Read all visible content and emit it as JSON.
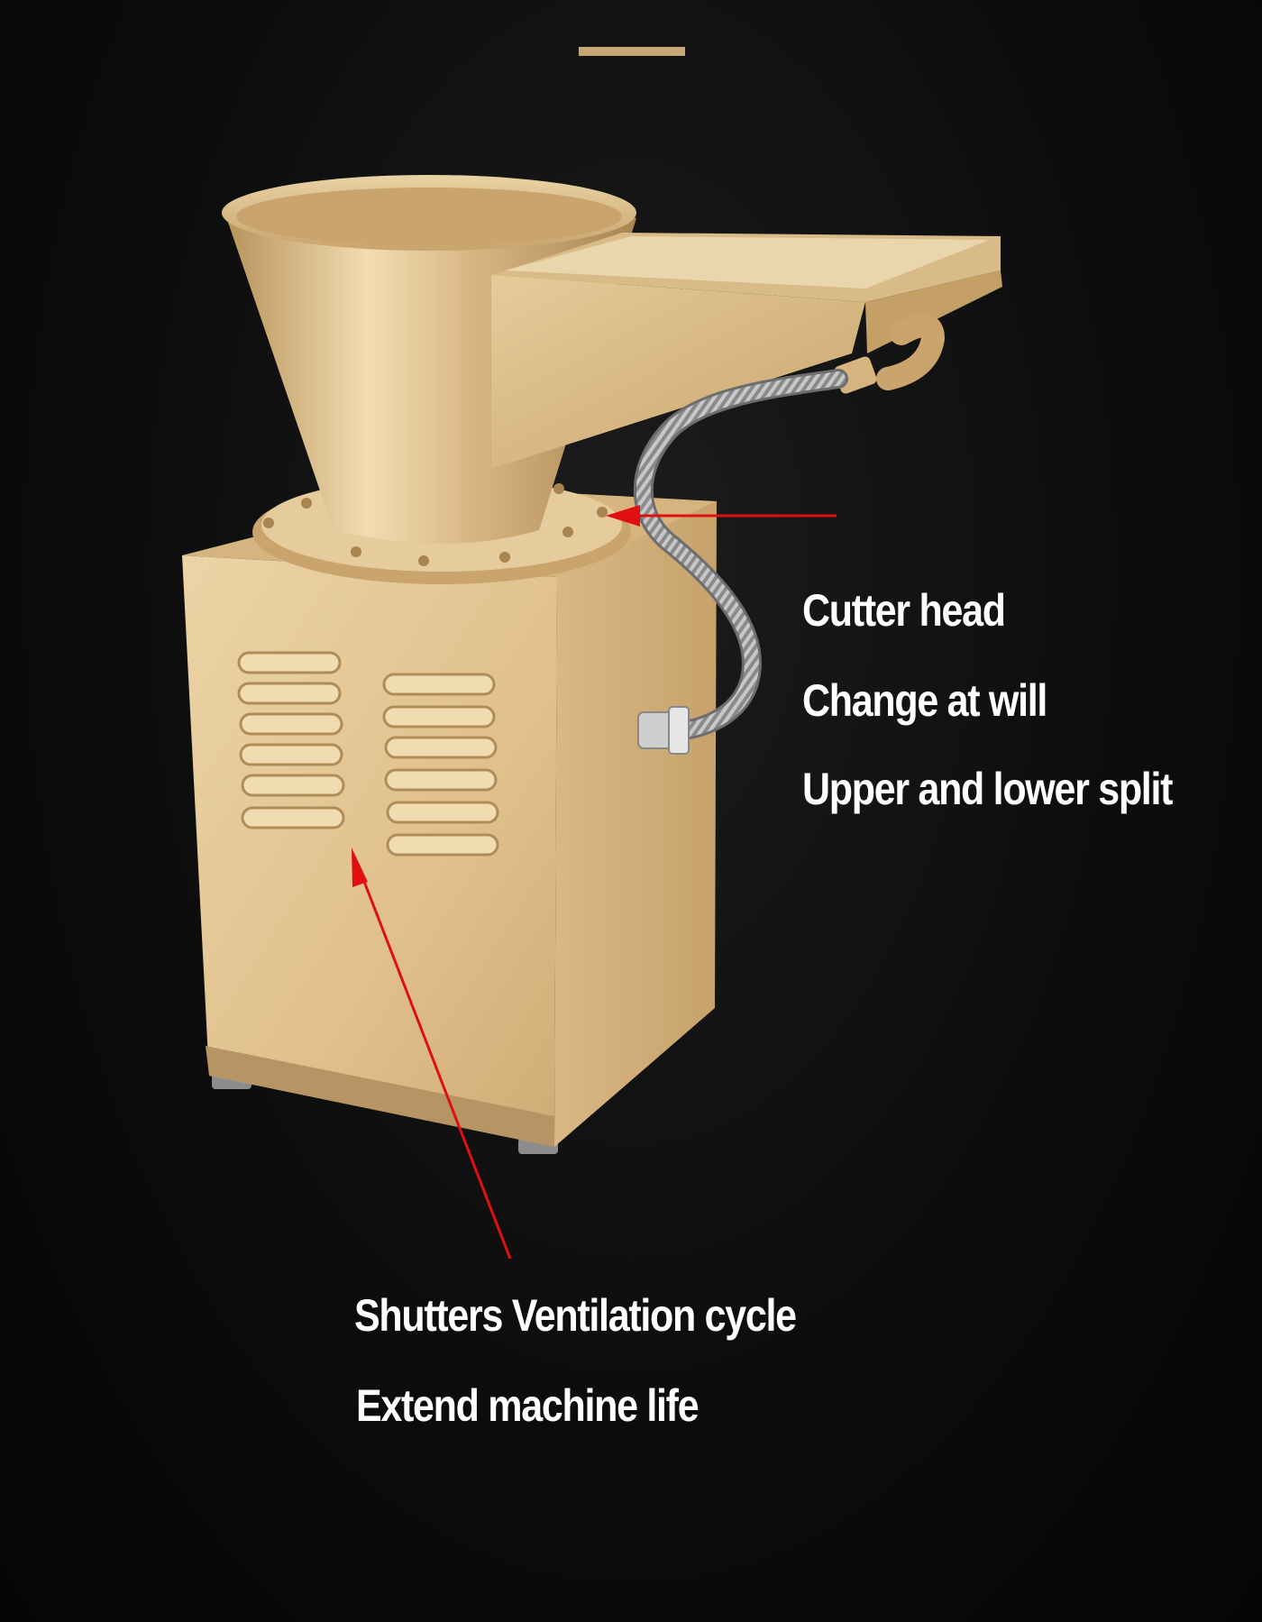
{
  "captions": {
    "cutter_head": "Cutter head",
    "change_at_will": "Change at will",
    "upper_lower_split": "Upper and lower split",
    "shutters": "Shutters Ventilation cycle",
    "extend_life": "Extend machine life"
  },
  "colors": {
    "gold": "#e0c08c",
    "arrow": "#e01010",
    "text": "#ffffff"
  }
}
